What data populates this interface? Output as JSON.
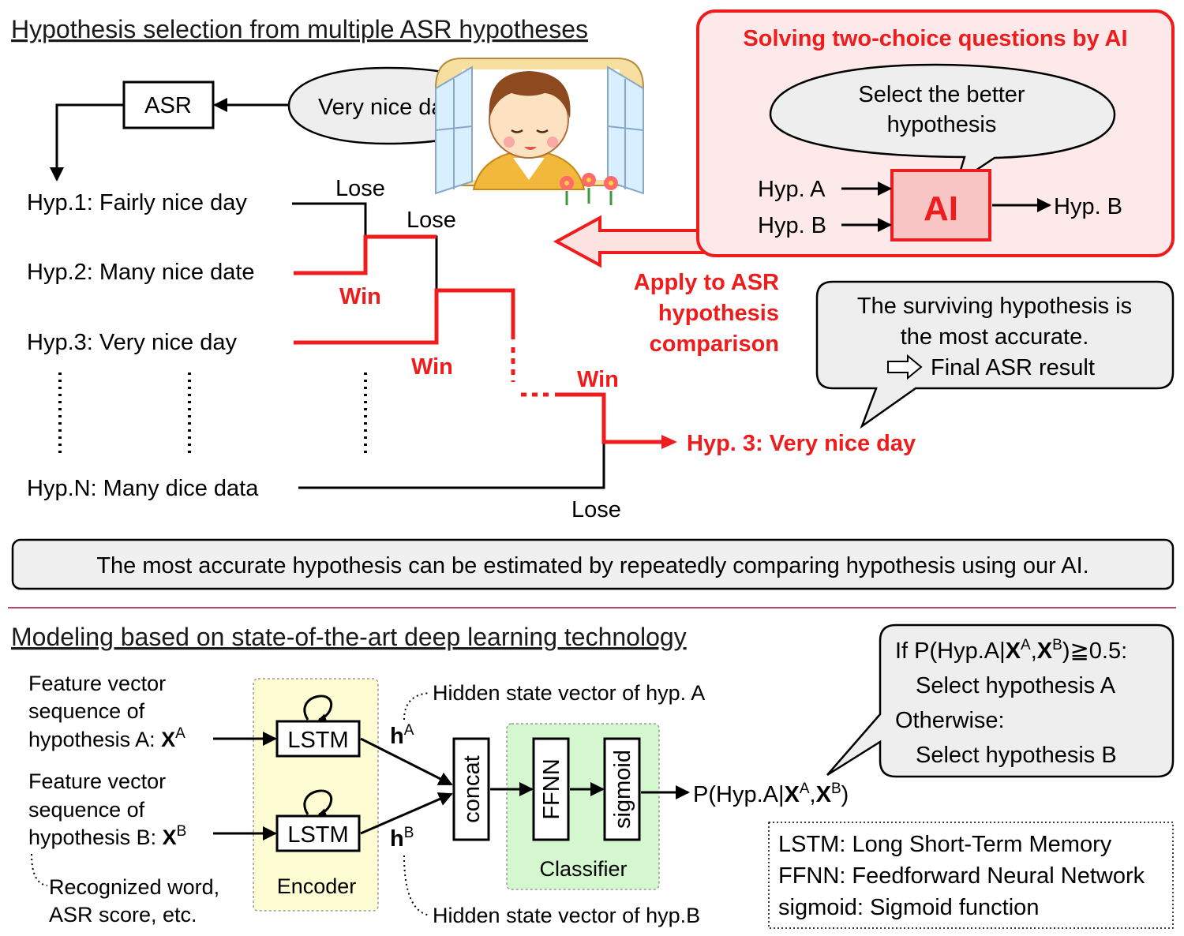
{
  "top": {
    "title": "Hypothesis selection from multiple ASR hypotheses",
    "asr_label": "ASR",
    "speech_bubble": "Very nice day",
    "hypotheses": [
      "Hyp.1: Fairly nice day",
      "Hyp.2: Many nice date",
      "Hyp.3: Very nice day",
      "Hyp.N: Many dice data"
    ],
    "lose_label": "Lose",
    "win_label": "Win",
    "final_result": "Hyp. 3: Very nice day",
    "apply_label": [
      "Apply to ASR",
      "hypothesis",
      "comparison"
    ],
    "panel": {
      "title": "Solving two-choice questions by AI",
      "bubble": [
        "Select the better",
        "hypothesis"
      ],
      "input_a": "Hyp. A",
      "input_b": "Hyp. B",
      "ai_label": "AI",
      "output": "Hyp. B"
    },
    "surviving_note": [
      "The surviving hypothesis is",
      "the most accurate.",
      "Final ASR result"
    ],
    "summary": "The most accurate hypothesis can be estimated by repeatedly comparing hypothesis using our AI."
  },
  "bottom": {
    "title": "Modeling based on state-of-the-art deep learning technology",
    "feature_a": [
      "Feature vector",
      "sequence of",
      "hypothesis A: "
    ],
    "feature_b": [
      "Feature vector",
      "sequence of",
      "hypothesis B: "
    ],
    "x_symbol": "X",
    "sup_a": "A",
    "sup_b": "B",
    "h_symbol": "h",
    "lstm_label": "LSTM",
    "encoder_label": "Encoder",
    "concat_label": "concat",
    "ffnn_label": "FFNN",
    "sigmoid_label": "sigmoid",
    "classifier_label": "Classifier",
    "hidden_a": "Hidden state vector of hyp. A",
    "hidden_b": "Hidden state vector of hyp.B",
    "recognized": [
      "Recognized word,",
      "ASR score, etc."
    ],
    "output_prob": "P(Hyp.A|",
    "rule": {
      "line1": "If P(Hyp.A|",
      "line1_end": ")≧0.5:",
      "line2": "Select hypothesis A",
      "line3": "Otherwise:",
      "line4": "Select hypothesis B"
    },
    "legend": [
      "LSTM: Long Short-Term Memory",
      "FFNN: Feedforward Neural Network",
      "sigmoid: Sigmoid function"
    ]
  },
  "colors": {
    "accent_red": "#ee1c1c",
    "panel_red_fill": "#fde9e9",
    "ai_fill": "#f9c4c4",
    "encoder_fill": "#fefcd2",
    "classifier_fill": "#d4f7cf",
    "divider": "#b4456d"
  }
}
